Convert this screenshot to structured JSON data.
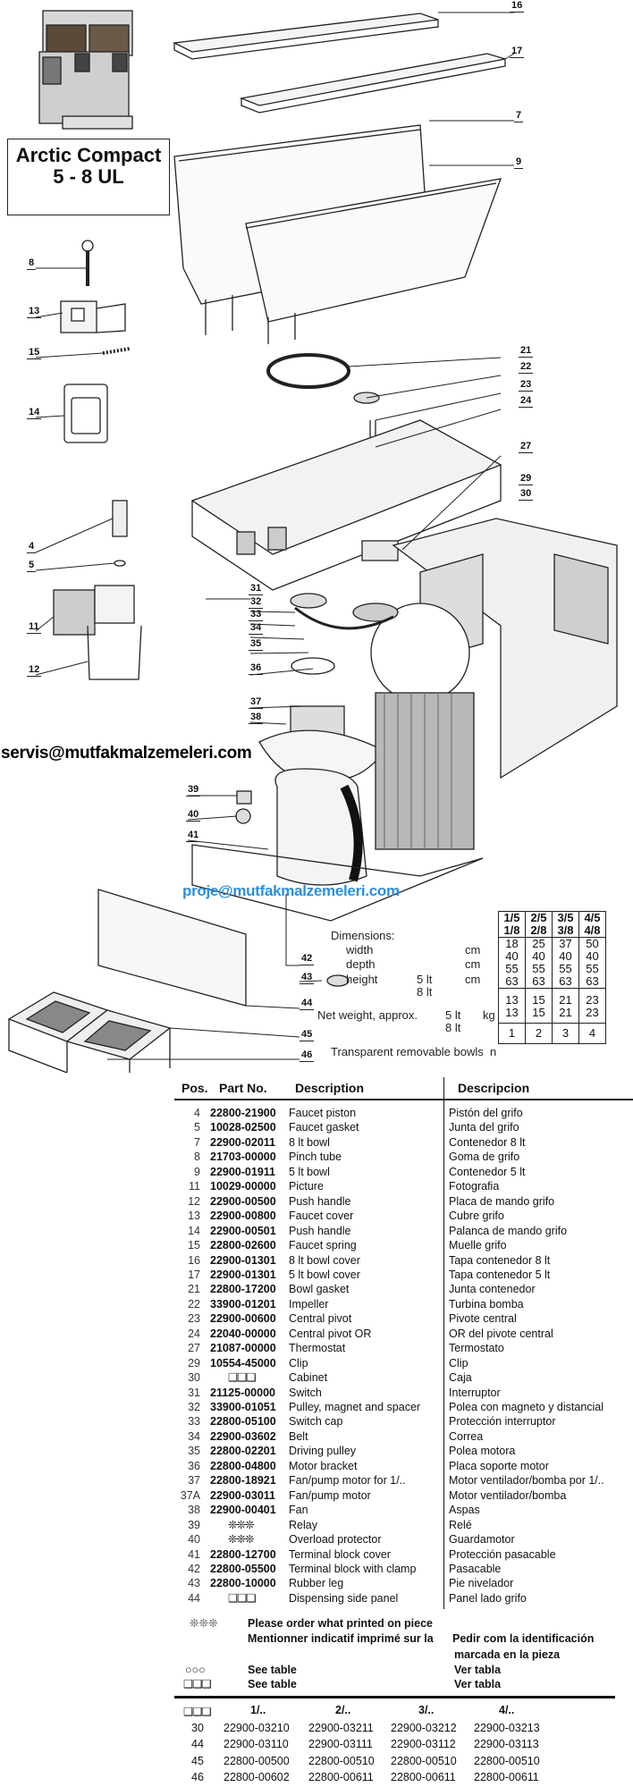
{
  "title": {
    "line1": "Arctic Compact",
    "line2": "5 - 8 UL"
  },
  "emails": {
    "service": "servis@mutfakmalzemeleri.com",
    "project": "proje@mutfakmalzemeleri.com"
  },
  "colors": {
    "project_email": "#2a8fe0",
    "text": "#111111"
  },
  "callouts": [
    "16",
    "17",
    "7",
    "9",
    "8",
    "13",
    "15",
    "14",
    "21",
    "22",
    "23",
    "24",
    "27",
    "29",
    "30",
    "4",
    "5",
    "11",
    "12",
    "31",
    "32",
    "33",
    "34",
    "35",
    "36",
    "37",
    "38",
    "39",
    "40",
    "41",
    "42",
    "43",
    "44",
    "45",
    "46"
  ],
  "dimensions": {
    "heading": "Dimensions:",
    "labels": {
      "width": "width",
      "depth": "depth",
      "height": "height",
      "cm": "cm",
      "lt5": "5 lt",
      "lt8": "8 lt",
      "net_weight": "Net weight, approx.",
      "kg": "kg",
      "bowls": "Transparent removable bowls",
      "n": "n"
    },
    "columns": [
      {
        "h1": "1/5",
        "h2": "1/8",
        "width": "18",
        "depth": "40",
        "h5": "55",
        "h8": "63",
        "w5": "13",
        "w8": "13",
        "bowls": "1"
      },
      {
        "h1": "2/5",
        "h2": "2/8",
        "width": "25",
        "depth": "40",
        "h5": "55",
        "h8": "63",
        "w5": "15",
        "w8": "15",
        "bowls": "2"
      },
      {
        "h1": "3/5",
        "h2": "3/8",
        "width": "37",
        "depth": "40",
        "h5": "55",
        "h8": "63",
        "w5": "21",
        "w8": "21",
        "bowls": "3"
      },
      {
        "h1": "4/5",
        "h2": "4/8",
        "width": "50",
        "depth": "40",
        "h5": "55",
        "h8": "63",
        "w5": "23",
        "w8": "23",
        "bowls": "4"
      }
    ]
  },
  "parts_header": {
    "pos": "Pos.",
    "part_no": "Part No.",
    "description": "Description",
    "descripcion": "Descripcion"
  },
  "parts": [
    {
      "pos": "4",
      "pn": "22800-21900",
      "en": "Faucet piston",
      "es": "Pistón del grifo"
    },
    {
      "pos": "5",
      "pn": "10028-02500",
      "en": "Faucet gasket",
      "es": "Junta del grifo"
    },
    {
      "pos": "7",
      "pn": "22900-02011",
      "en": "8 lt bowl",
      "es": "Contenedor 8 lt"
    },
    {
      "pos": "8",
      "pn": "21703-00000",
      "en": "Pinch tube",
      "es": "Goma de grifo"
    },
    {
      "pos": "9",
      "pn": "22900-01911",
      "en": "5 lt bowl",
      "es": "Contenedor 5 lt"
    },
    {
      "pos": "11",
      "pn": "10029-00000",
      "en": "Picture",
      "es": "Fotografia"
    },
    {
      "pos": "12",
      "pn": "22900-00500",
      "en": "Push handle",
      "es": "Placa de mando grifo"
    },
    {
      "pos": "13",
      "pn": "22900-00800",
      "en": "Faucet cover",
      "es": "Cubre grifo"
    },
    {
      "pos": "14",
      "pn": "22900-00501",
      "en": "Push handle",
      "es": "Palanca de mando grifo"
    },
    {
      "pos": "15",
      "pn": "22800-02600",
      "en": "Faucet spring",
      "es": "Muelle grifo"
    },
    {
      "pos": "16",
      "pn": "22900-01301",
      "en": "8 lt bowl cover",
      "es": "Tapa contenedor 8 lt"
    },
    {
      "pos": "17",
      "pn": "22900-01301",
      "en": "5 lt bowl cover",
      "es": "Tapa contenedor 5 lt"
    },
    {
      "pos": "21",
      "pn": "22800-17200",
      "en": "Bowl gasket",
      "es": "Junta contenedor"
    },
    {
      "pos": "22",
      "pn": "33900-01201",
      "en": "Impeller",
      "es": "Turbina bomba"
    },
    {
      "pos": "23",
      "pn": "22900-00600",
      "en": "Central pivot",
      "es": "Pivote central"
    },
    {
      "pos": "24",
      "pn": "22040-00000",
      "en": "Central pivot OR",
      "es": "OR del pivote central"
    },
    {
      "pos": "27",
      "pn": "21087-00000",
      "en": "Thermostat",
      "es": "Termostato"
    },
    {
      "pos": "29",
      "pn": "10554-45000",
      "en": "Clip",
      "es": "Clip"
    },
    {
      "pos": "30",
      "pn": "❑❑❑",
      "en": "Cabinet",
      "es": "Caja",
      "sym": true
    },
    {
      "pos": "31",
      "pn": "21125-00000",
      "en": "Switch",
      "es": "Interruptor"
    },
    {
      "pos": "32",
      "pn": "33900-01051",
      "en": "Pulley, magnet and spacer",
      "es": "Polea con magneto y distancial"
    },
    {
      "pos": "33",
      "pn": "22800-05100",
      "en": "Switch cap",
      "es": "Protección interruptor"
    },
    {
      "pos": "34",
      "pn": "22900-03602",
      "en": "Belt",
      "es": "Correa"
    },
    {
      "pos": "35",
      "pn": "22800-02201",
      "en": "Driving pulley",
      "es": "Polea motora"
    },
    {
      "pos": "36",
      "pn": "22800-04800",
      "en": "Motor bracket",
      "es": "Placa soporte motor"
    },
    {
      "pos": "37",
      "pn": "22800-18921",
      "en": "Fan/pump motor for 1/..",
      "es": "Motor ventilador/bomba por 1/.."
    },
    {
      "pos": "37A",
      "pn": "22900-03011",
      "en": "Fan/pump motor",
      "es": "Motor ventilador/bomba"
    },
    {
      "pos": "38",
      "pn": "22900-00401",
      "en": "Fan",
      "es": "Aspas"
    },
    {
      "pos": "39",
      "pn": "❊❊❊",
      "en": "Relay",
      "es": "Relé",
      "sym": true
    },
    {
      "pos": "40",
      "pn": "❊❊❊",
      "en": "Overload protector",
      "es": "Guardamotor",
      "sym": true
    },
    {
      "pos": "41",
      "pn": "22800-12700",
      "en": "Terminal block cover",
      "es": "Protección pasacable"
    },
    {
      "pos": "42",
      "pn": "22800-05500",
      "en": "Terminal block with clamp",
      "es": "Pasacable"
    },
    {
      "pos": "43",
      "pn": "22800-10000",
      "en": "Rubber leg",
      "es": "Pie nivelador"
    },
    {
      "pos": "44",
      "pn": "❑❑❑",
      "en": "Dispensing side panel",
      "es": "Panel lado grifo",
      "sym": true
    }
  ],
  "notes": {
    "star_symbol": "❊❊❊",
    "star_en": "Please order what printed on piece",
    "star_fr": "Mentionner indicatif imprimé sur la",
    "star_es1": "Pedir com la identificación",
    "star_es2": "marcada en la pieza",
    "circle_symbol": "○○○",
    "square_symbol": "❑❑❑",
    "see_table": "See table",
    "ver_tabla": "Ver tabla"
  },
  "variant_table": {
    "symbol": "❑❑❑",
    "headers": [
      "1/..",
      "2/..",
      "3/..",
      "4/.."
    ],
    "rows": [
      {
        "pos": "30",
        "values": [
          "22900-03210",
          "22900-03211",
          "22900-03212",
          "22900-03213"
        ]
      },
      {
        "pos": "44",
        "values": [
          "22900-03110",
          "22900-03111",
          "22900-03112",
          "22900-03113"
        ]
      },
      {
        "pos": "45",
        "values": [
          "22800-00500",
          "22800-00510",
          "22800-00510",
          "22800-00510"
        ]
      },
      {
        "pos": "46",
        "values": [
          "22800-00602",
          "22800-00611",
          "22800-00611",
          "22800-00611"
        ]
      }
    ]
  }
}
